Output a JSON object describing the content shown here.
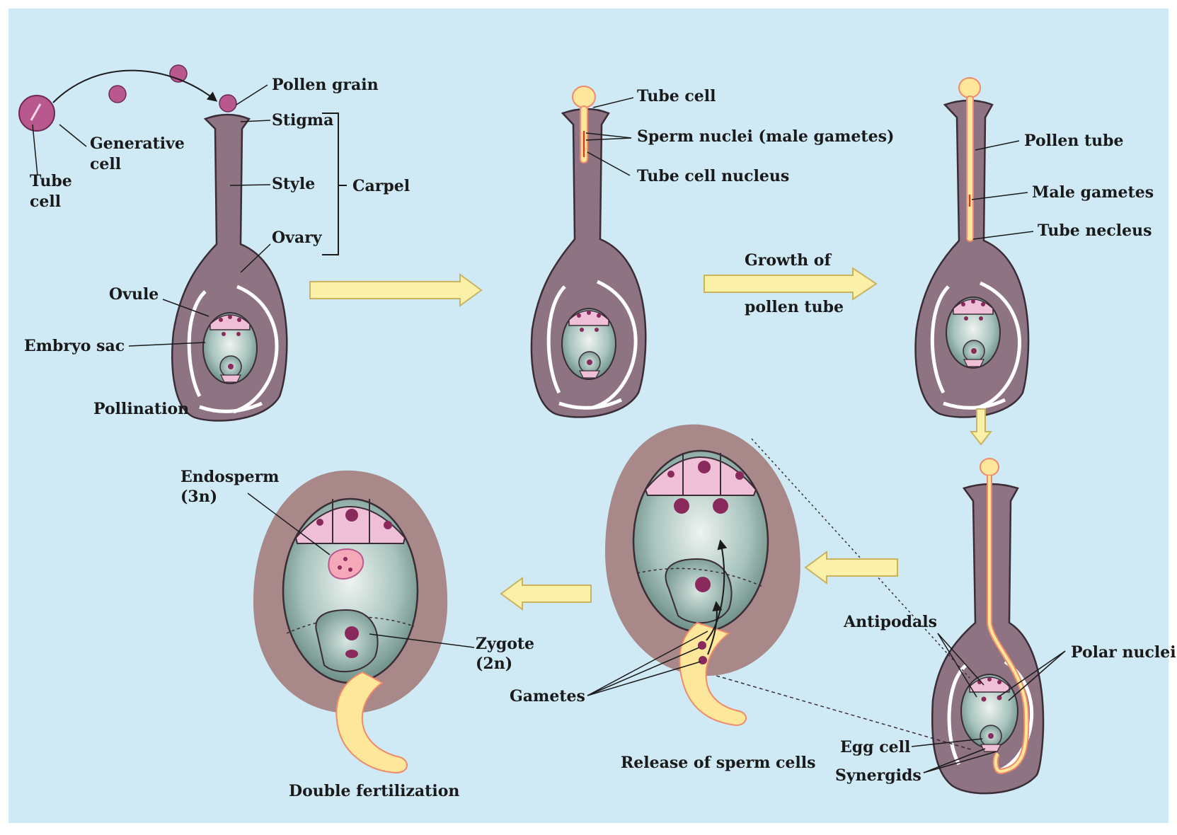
{
  "labels": {
    "tube_cell_1": [
      "Tube",
      "cell"
    ],
    "generative_cell": [
      "Generative",
      "cell"
    ],
    "pollen_grain": "Pollen grain",
    "stigma": "Stigma",
    "style": "Style",
    "carpel": "Carpel",
    "ovary": "Ovary",
    "ovule": "Ovule",
    "embryo_sac": "Embryo sac",
    "pollination": "Pollination",
    "tube_cell_2": "Tube cell",
    "sperm_nuclei": "Sperm nuclei (male gametes)",
    "tube_cell_nucleus": "Tube cell nucleus",
    "growth_1": "Growth of",
    "growth_2": "pollen tube",
    "pollen_tube": "Pollen tube",
    "male_gametes": "Male gametes",
    "tube_necleus": "Tube necleus",
    "antipodals": "Antipodals",
    "polar_nuclei": "Polar nuclei",
    "egg_cell": "Egg cell",
    "synergids": "Synergids",
    "release": "Release of sperm cells",
    "gametes": "Gametes",
    "endosperm": [
      "Endosperm",
      "(3n)"
    ],
    "zygote": [
      "Zygote",
      "(2n)"
    ],
    "double_fert": "Double fertilization"
  },
  "colors": {
    "background": "#cfeaf5",
    "pistil": "#8e7383",
    "pistil_outline": "#3a2d36",
    "embryo_sac": "#a7c3bc",
    "antipodal": "#efbfd8",
    "nucleus": "#8a2a5c",
    "pollen": "#b9578f",
    "tube": "#fde79a",
    "tube_line": "#f08a6a",
    "arrow": "#fbf0a8",
    "arrow_outline": "#c9b35e"
  },
  "icons": [
    "flow-arrow-icon"
  ]
}
